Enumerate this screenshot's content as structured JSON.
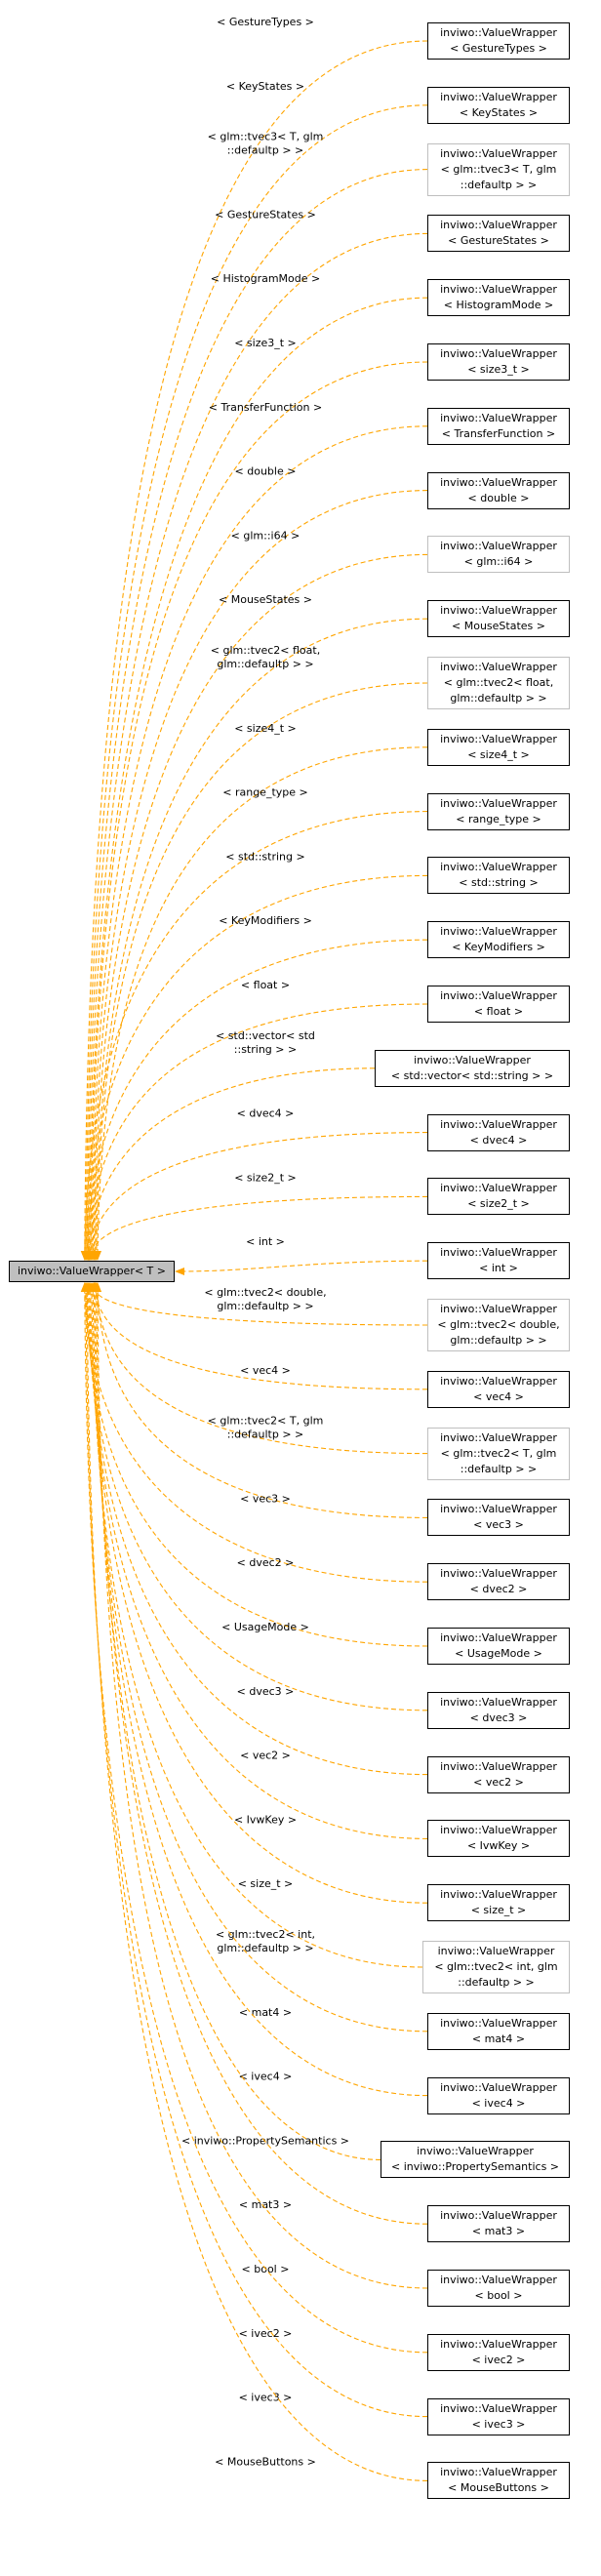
{
  "root": {
    "label": "inviwo::ValueWrapper< T >"
  },
  "colors": {
    "edge": "#ffa500",
    "box_border": "#000000",
    "box_border_undocumented": "#bfbfbf",
    "root_fill": "#bfbfbf"
  },
  "nodes": [
    {
      "edge_label": [
        "< GestureTypes >"
      ],
      "box_lines": [
        "inviwo::ValueWrapper",
        "< GestureTypes >"
      ],
      "gray": false
    },
    {
      "edge_label": [
        "< KeyStates >"
      ],
      "box_lines": [
        "inviwo::ValueWrapper",
        "< KeyStates >"
      ],
      "gray": false
    },
    {
      "edge_label": [
        "< glm::tvec3< T, glm",
        "::defaultp > >"
      ],
      "box_lines": [
        "inviwo::ValueWrapper",
        "< glm::tvec3< T, glm",
        "::defaultp > >"
      ],
      "gray": true
    },
    {
      "edge_label": [
        "< GestureStates >"
      ],
      "box_lines": [
        "inviwo::ValueWrapper",
        "< GestureStates >"
      ],
      "gray": false
    },
    {
      "edge_label": [
        "< HistogramMode >"
      ],
      "box_lines": [
        "inviwo::ValueWrapper",
        "< HistogramMode >"
      ],
      "gray": false
    },
    {
      "edge_label": [
        "< size3_t >"
      ],
      "box_lines": [
        "inviwo::ValueWrapper",
        "< size3_t >"
      ],
      "gray": false
    },
    {
      "edge_label": [
        "< TransferFunction >"
      ],
      "box_lines": [
        "inviwo::ValueWrapper",
        "< TransferFunction >"
      ],
      "gray": false
    },
    {
      "edge_label": [
        "< double >"
      ],
      "box_lines": [
        "inviwo::ValueWrapper",
        "< double >"
      ],
      "gray": false
    },
    {
      "edge_label": [
        "< glm::i64 >"
      ],
      "box_lines": [
        "inviwo::ValueWrapper",
        "< glm::i64 >"
      ],
      "gray": true
    },
    {
      "edge_label": [
        "< MouseStates >"
      ],
      "box_lines": [
        "inviwo::ValueWrapper",
        "< MouseStates >"
      ],
      "gray": false
    },
    {
      "edge_label": [
        "< glm::tvec2< float,",
        "glm::defaultp > >"
      ],
      "box_lines": [
        "inviwo::ValueWrapper",
        "< glm::tvec2< float,",
        "glm::defaultp > >"
      ],
      "gray": true
    },
    {
      "edge_label": [
        "< size4_t >"
      ],
      "box_lines": [
        "inviwo::ValueWrapper",
        "< size4_t >"
      ],
      "gray": false
    },
    {
      "edge_label": [
        "< range_type >"
      ],
      "box_lines": [
        "inviwo::ValueWrapper",
        "< range_type >"
      ],
      "gray": false
    },
    {
      "edge_label": [
        "< std::string >"
      ],
      "box_lines": [
        "inviwo::ValueWrapper",
        "< std::string >"
      ],
      "gray": false
    },
    {
      "edge_label": [
        "< KeyModifiers >"
      ],
      "box_lines": [
        "inviwo::ValueWrapper",
        "< KeyModifiers >"
      ],
      "gray": false
    },
    {
      "edge_label": [
        "< float >"
      ],
      "box_lines": [
        "inviwo::ValueWrapper",
        "< float >"
      ],
      "gray": false
    },
    {
      "edge_label": [
        "< std::vector< std",
        "::string > >"
      ],
      "box_lines": [
        "inviwo::ValueWrapper",
        "< std::vector< std::string > >"
      ],
      "gray": false
    },
    {
      "edge_label": [
        "< dvec4 >"
      ],
      "box_lines": [
        "inviwo::ValueWrapper",
        "< dvec4 >"
      ],
      "gray": false
    },
    {
      "edge_label": [
        "< size2_t >"
      ],
      "box_lines": [
        "inviwo::ValueWrapper",
        "< size2_t >"
      ],
      "gray": false
    },
    {
      "edge_label": [
        "< int >"
      ],
      "box_lines": [
        "inviwo::ValueWrapper",
        "< int >"
      ],
      "gray": false
    },
    {
      "edge_label": [
        "< glm::tvec2< double,",
        "glm::defaultp > >"
      ],
      "box_lines": [
        "inviwo::ValueWrapper",
        "< glm::tvec2< double,",
        "glm::defaultp > >"
      ],
      "gray": true
    },
    {
      "edge_label": [
        "< vec4 >"
      ],
      "box_lines": [
        "inviwo::ValueWrapper",
        "< vec4 >"
      ],
      "gray": false
    },
    {
      "edge_label": [
        "< glm::tvec2< T, glm",
        "::defaultp > >"
      ],
      "box_lines": [
        "inviwo::ValueWrapper",
        "< glm::tvec2< T, glm",
        "::defaultp > >"
      ],
      "gray": true
    },
    {
      "edge_label": [
        "< vec3 >"
      ],
      "box_lines": [
        "inviwo::ValueWrapper",
        "< vec3 >"
      ],
      "gray": false
    },
    {
      "edge_label": [
        "< dvec2 >"
      ],
      "box_lines": [
        "inviwo::ValueWrapper",
        "< dvec2 >"
      ],
      "gray": false
    },
    {
      "edge_label": [
        "< UsageMode >"
      ],
      "box_lines": [
        "inviwo::ValueWrapper",
        "< UsageMode >"
      ],
      "gray": false
    },
    {
      "edge_label": [
        "< dvec3 >"
      ],
      "box_lines": [
        "inviwo::ValueWrapper",
        "< dvec3 >"
      ],
      "gray": false
    },
    {
      "edge_label": [
        "< vec2 >"
      ],
      "box_lines": [
        "inviwo::ValueWrapper",
        "< vec2 >"
      ],
      "gray": false
    },
    {
      "edge_label": [
        "< IvwKey >"
      ],
      "box_lines": [
        "inviwo::ValueWrapper",
        "< IvwKey >"
      ],
      "gray": false
    },
    {
      "edge_label": [
        "< size_t >"
      ],
      "box_lines": [
        "inviwo::ValueWrapper",
        "< size_t >"
      ],
      "gray": false
    },
    {
      "edge_label": [
        "< glm::tvec2< int,",
        "glm::defaultp > >"
      ],
      "box_lines": [
        "inviwo::ValueWrapper",
        "< glm::tvec2< int, glm",
        "::defaultp > >"
      ],
      "gray": true
    },
    {
      "edge_label": [
        "< mat4 >"
      ],
      "box_lines": [
        "inviwo::ValueWrapper",
        "< mat4 >"
      ],
      "gray": false
    },
    {
      "edge_label": [
        "< ivec4 >"
      ],
      "box_lines": [
        "inviwo::ValueWrapper",
        "< ivec4 >"
      ],
      "gray": false
    },
    {
      "edge_label": [
        "< inviwo::PropertySemantics >"
      ],
      "box_lines": [
        "inviwo::ValueWrapper",
        "< inviwo::PropertySemantics >"
      ],
      "gray": false
    },
    {
      "edge_label": [
        "< mat3 >"
      ],
      "box_lines": [
        "inviwo::ValueWrapper",
        "< mat3 >"
      ],
      "gray": false
    },
    {
      "edge_label": [
        "< bool >"
      ],
      "box_lines": [
        "inviwo::ValueWrapper",
        "< bool >"
      ],
      "gray": false
    },
    {
      "edge_label": [
        "< ivec2 >"
      ],
      "box_lines": [
        "inviwo::ValueWrapper",
        "< ivec2 >"
      ],
      "gray": false
    },
    {
      "edge_label": [
        "< ivec3 >"
      ],
      "box_lines": [
        "inviwo::ValueWrapper",
        "< ivec3 >"
      ],
      "gray": false
    },
    {
      "edge_label": [
        "< MouseButtons >"
      ],
      "box_lines": [
        "inviwo::ValueWrapper",
        "< MouseButtons >"
      ],
      "gray": false
    }
  ]
}
